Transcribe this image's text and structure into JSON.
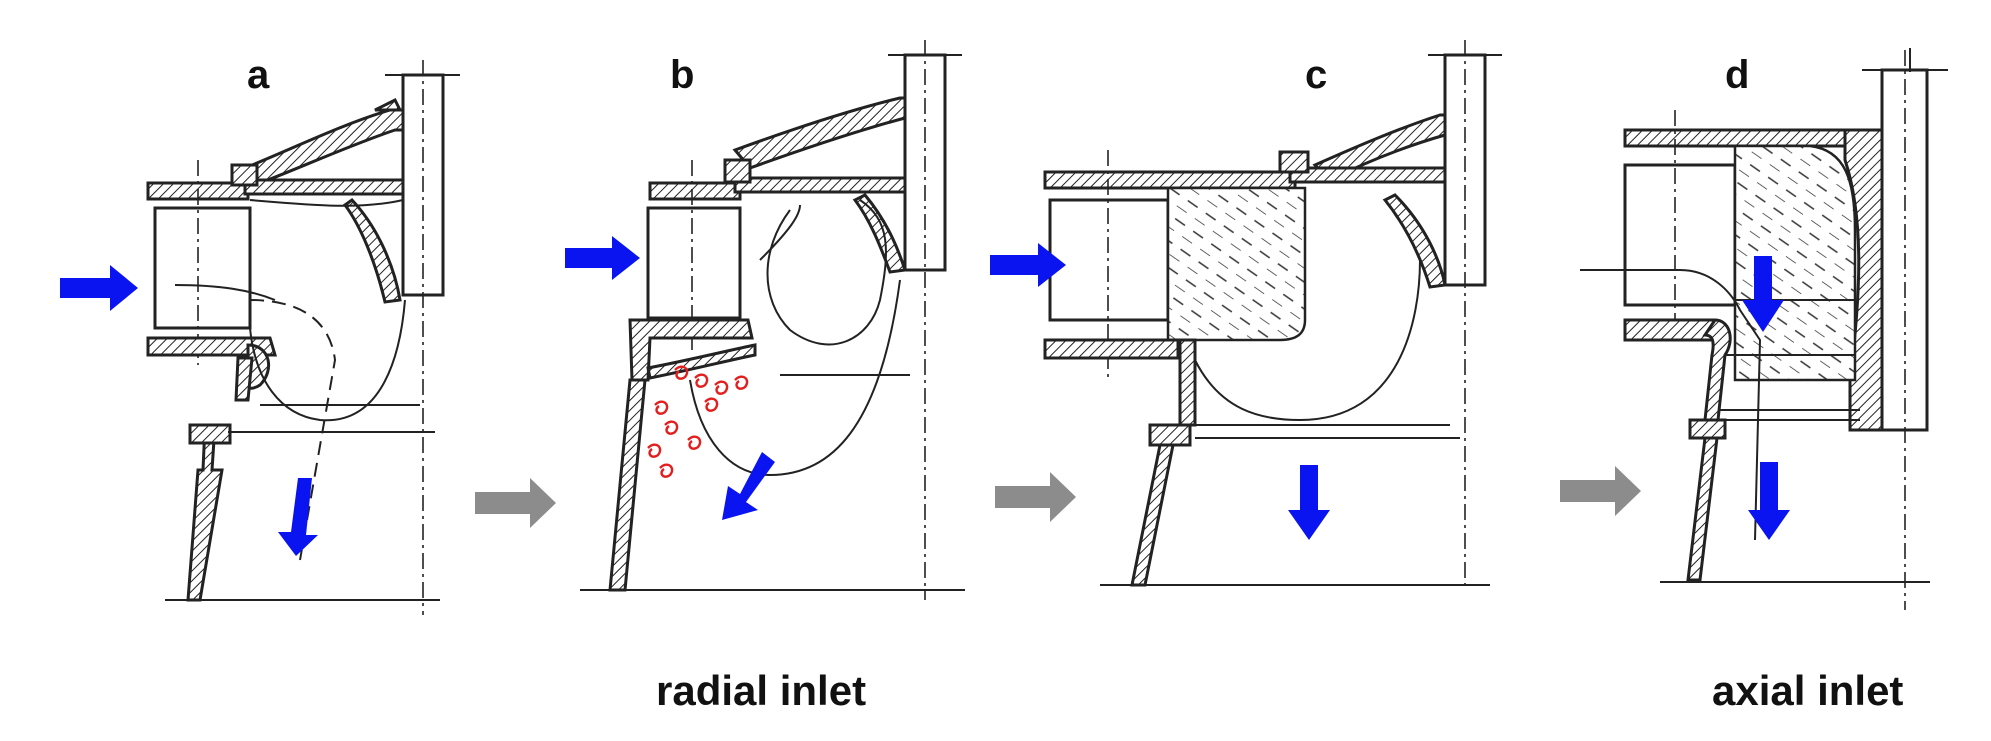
{
  "panels": [
    {
      "label": "a"
    },
    {
      "label": "b"
    },
    {
      "label": "c"
    },
    {
      "label": "d"
    }
  ],
  "captions": {
    "radial": "radial inlet",
    "axial": "axial inlet"
  },
  "colors": {
    "flow_arrow": "#0a14f0",
    "transition_arrow": "#8c8c8c",
    "eddy": "#e31e1e",
    "drawing": "#222222"
  }
}
